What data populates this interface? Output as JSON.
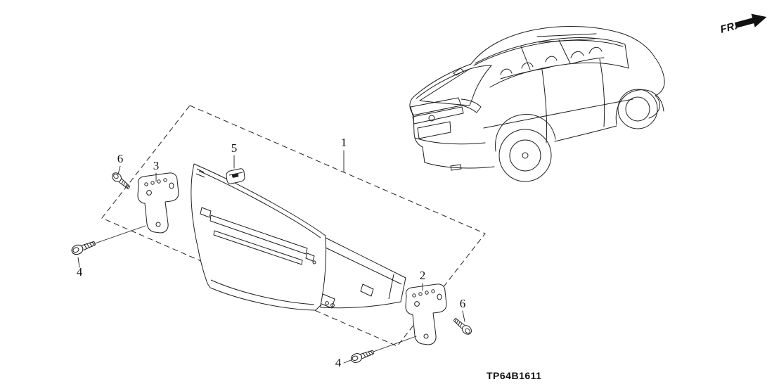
{
  "diagram": {
    "code": "TP64B1611",
    "direction_indicator": "FR."
  },
  "callouts": {
    "unit": "1",
    "bracket_right": "2",
    "bracket_left": "3",
    "bolt_left": "4",
    "bolt_bottom": "4",
    "clip": "5",
    "screw_left": "6",
    "screw_right": "6"
  },
  "colors": {
    "line": "#1f1f1f",
    "background": "#ffffff"
  }
}
